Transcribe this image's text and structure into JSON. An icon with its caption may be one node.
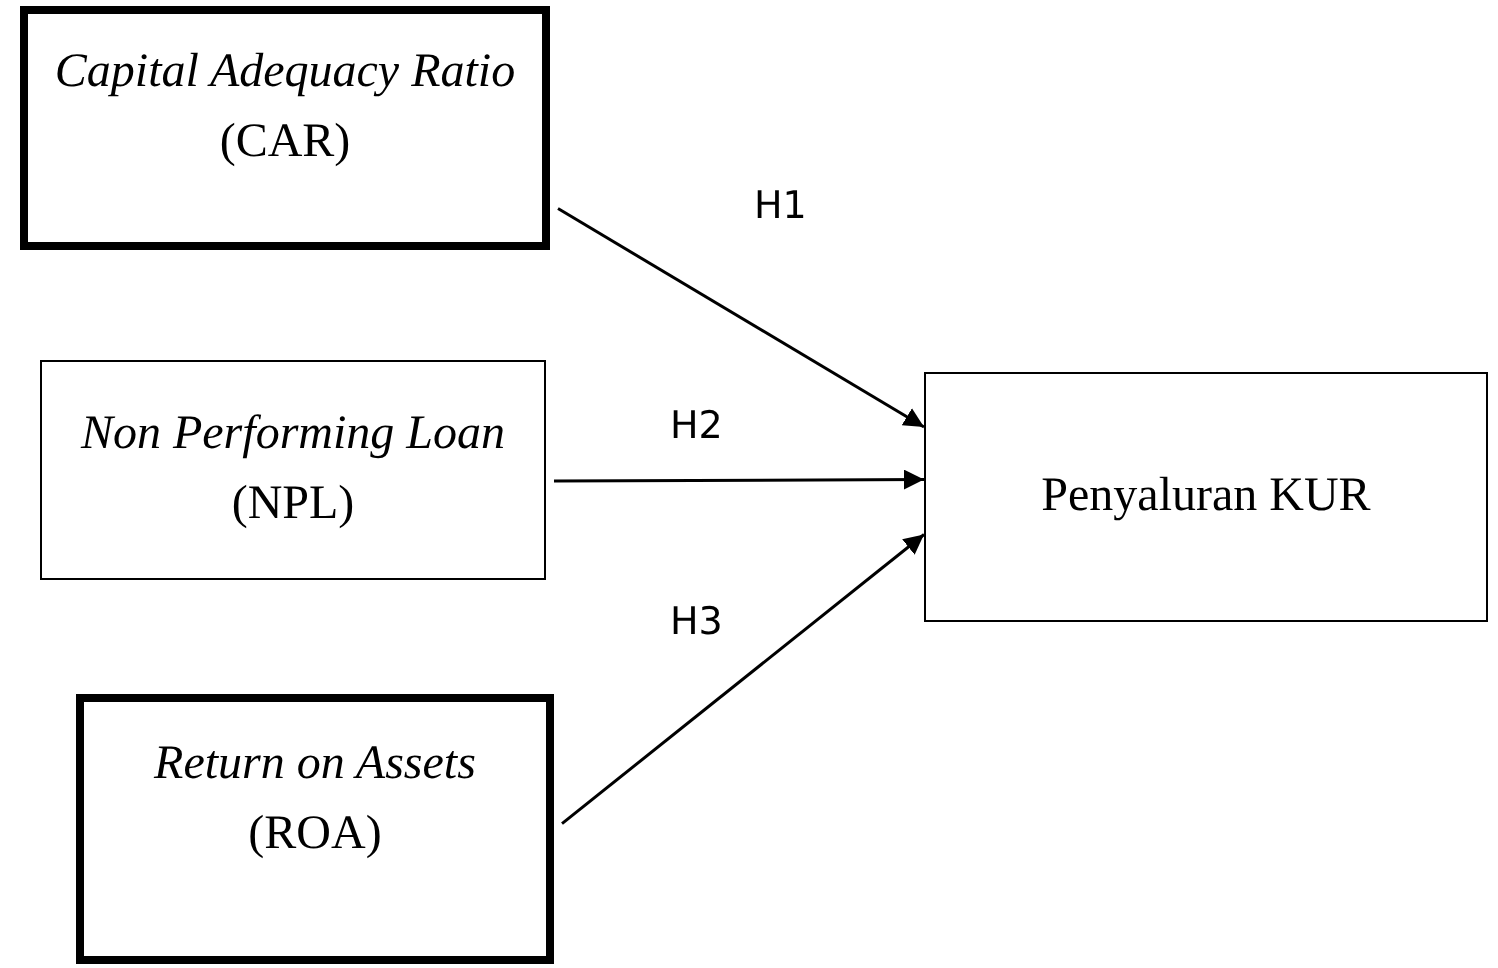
{
  "diagram": {
    "nodes": [
      {
        "text": [
          "*Capital Adequacy Ratio* (CAR)"
        ]
      },
      {
        "text": [
          "*Non Performing Loan* (NPL)"
        ]
      },
      {
        "text": [
          "*Return on Assets* (ROA)"
        ]
      },
      {
        "text": [
          "Penyaluran KUR"
        ]
      }
    ],
    "edges": [
      {
        "from": 0,
        "to": 3,
        "arrow": "to",
        "label": "H1"
      },
      {
        "from": 1,
        "to": 3,
        "arrow": "to",
        "label": "H2"
      },
      {
        "from": 2,
        "to": 3,
        "arrow": "to",
        "label": "H3"
      }
    ]
  }
}
